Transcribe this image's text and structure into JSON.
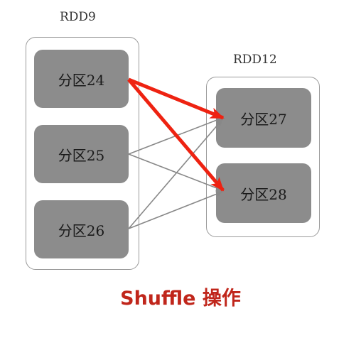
{
  "rdd9": {
    "title": "RDD9",
    "partitions": [
      "分区24",
      "分区25",
      "分区26"
    ]
  },
  "rdd12": {
    "title": "RDD12",
    "partitions": [
      "分区27",
      "分区28"
    ]
  },
  "caption": "Shuffle 操作",
  "colors": {
    "partition_fill": "#8c8c8c",
    "highlight_arrow": "#ee2211",
    "normal_arrow": "#888888",
    "caption": "#c0261b",
    "border": "#9a9a9a"
  }
}
